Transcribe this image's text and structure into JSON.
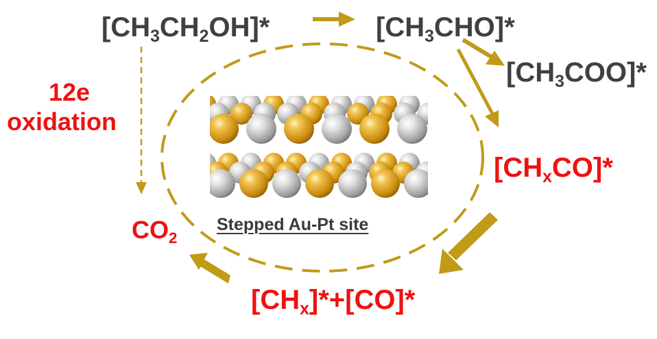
{
  "species": {
    "ethanol": {
      "pre": "[CH",
      "s1": "3",
      "mid1": "CH",
      "s2": "2",
      "post": "OH]*"
    },
    "acetaldehyde": {
      "pre": "[CH",
      "s1": "3",
      "post": "CHO]*"
    },
    "acetate": {
      "pre": "[CH",
      "s1": "3",
      "post": "COO]*"
    },
    "chxco": {
      "pre": "[CH",
      "s1": "x",
      "post": "CO]*"
    },
    "chx_co": {
      "pre": "[CH",
      "s1": "x",
      "post": "]*+[CO]*"
    },
    "co2": {
      "pre": "CO",
      "s1": "2"
    }
  },
  "side_label": {
    "line1": "12e",
    "line2": "oxidation"
  },
  "site_caption": "Stepped Au-Pt site",
  "colors": {
    "arrow_gold": "#c19a18",
    "gold_atom": "#e0a52a",
    "pt_atom": "#c8c8c8",
    "red_text": "#ee1111",
    "gray_text": "#404040"
  }
}
